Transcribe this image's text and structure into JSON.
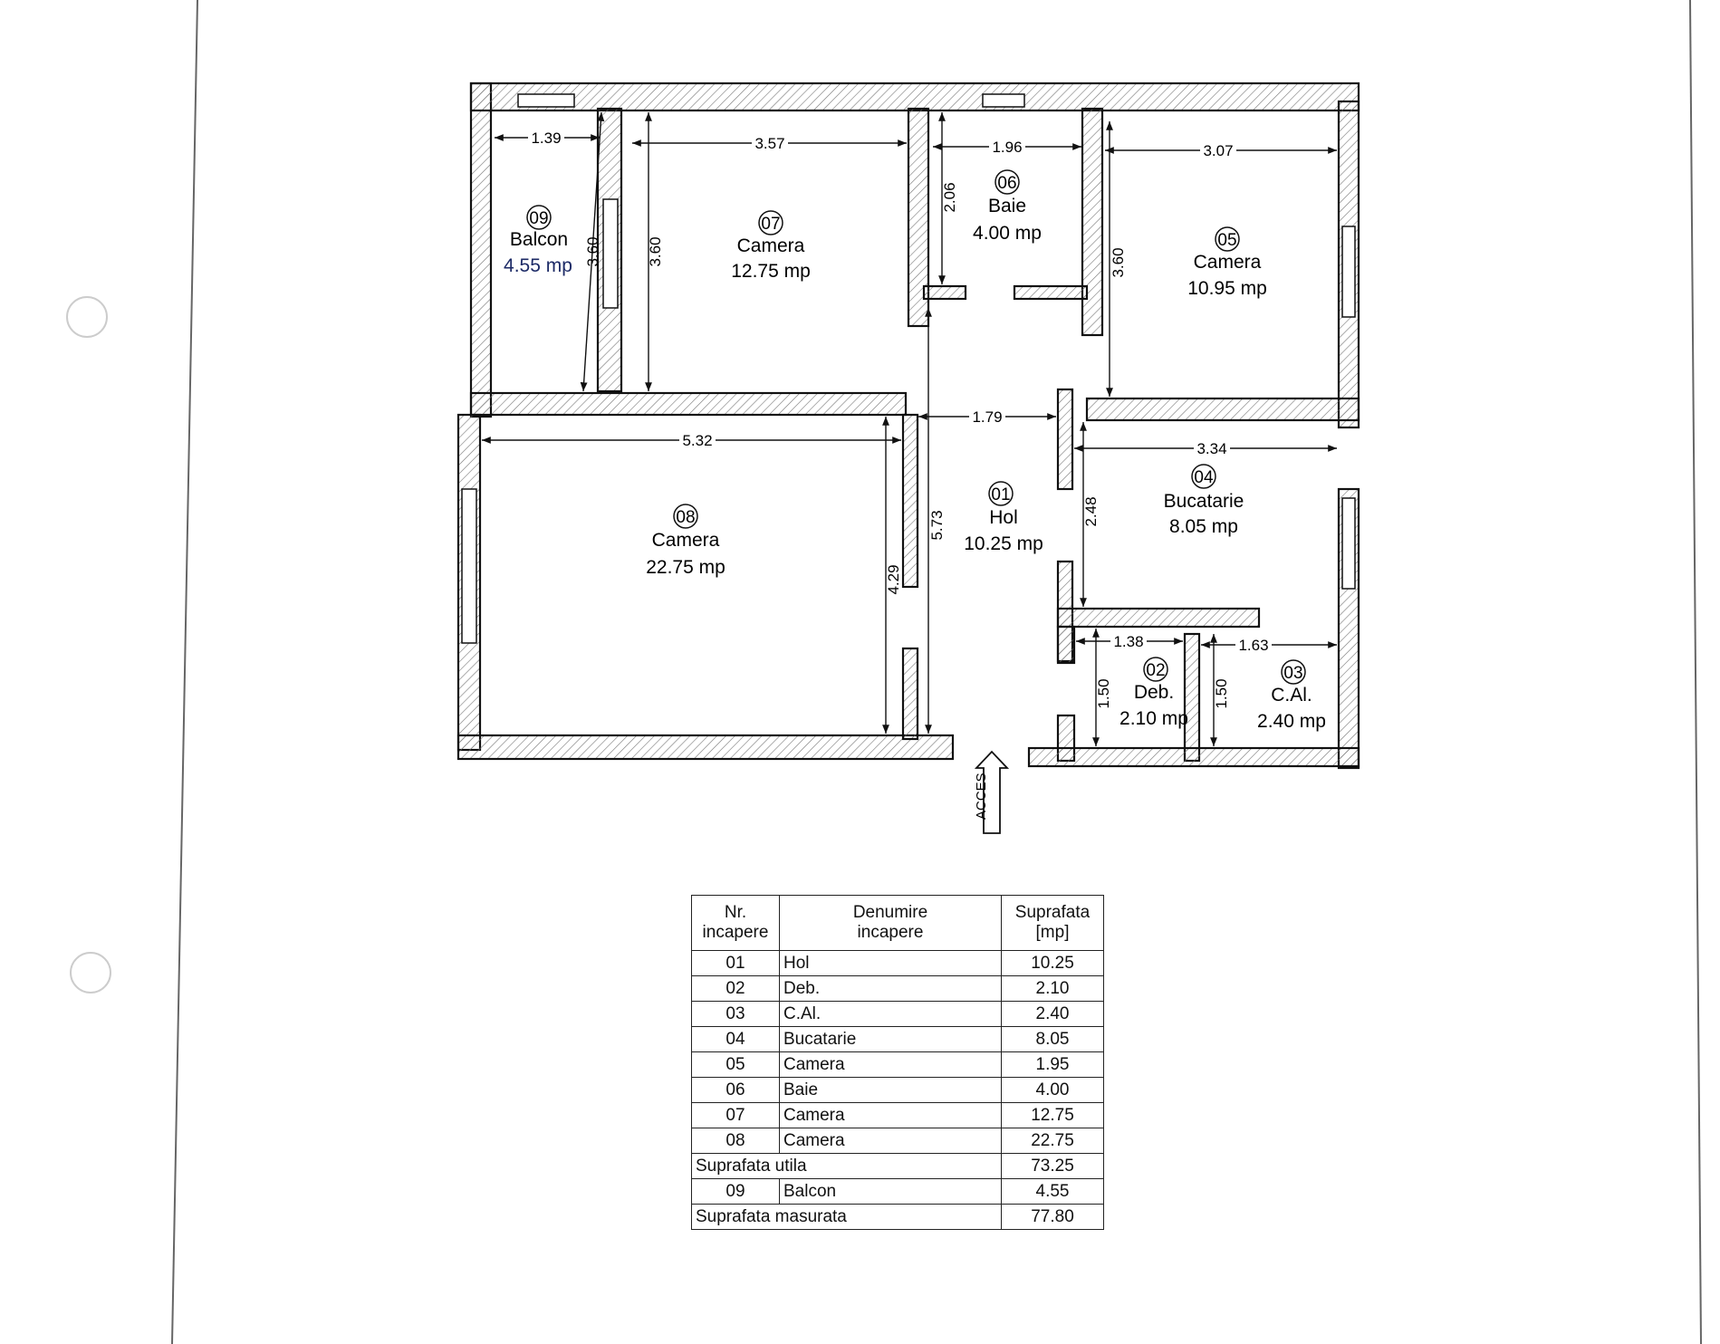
{
  "rooms": [
    {
      "nr": "01",
      "name": "Hol",
      "area": "10.25 mp"
    },
    {
      "nr": "02",
      "name": "Deb.",
      "area": "2.10 mp"
    },
    {
      "nr": "03",
      "name": "C.Al.",
      "area": "2.40 mp"
    },
    {
      "nr": "04",
      "name": "Bucatarie",
      "area": "8.05 mp"
    },
    {
      "nr": "05",
      "name": "Camera",
      "area": "10.95 mp"
    },
    {
      "nr": "06",
      "name": "Baie",
      "area": "4.00 mp"
    },
    {
      "nr": "07",
      "name": "Camera",
      "area": "12.75 mp"
    },
    {
      "nr": "08",
      "name": "Camera",
      "area": "22.75 mp"
    },
    {
      "nr": "09",
      "name": "Balcon",
      "area": "4.55 mp"
    }
  ],
  "dimensions": [
    "1.39",
    "3.57",
    "1.96",
    "3.07",
    "3.60",
    "3.60",
    "2.06",
    "3.60",
    "1.79",
    "5.32",
    "3.34",
    "5.73",
    "2.48",
    "4.29",
    "1.38",
    "1.63",
    "1.50",
    "1.50"
  ],
  "entrance_label": "ACCES",
  "table": {
    "headers": [
      "Nr.\nincapere",
      "Denumire\nincapere",
      "Suprafata\n[mp]"
    ],
    "rows": [
      {
        "nr": "01",
        "name": "Hol",
        "area": "10.25"
      },
      {
        "nr": "02",
        "name": "Deb.",
        "area": "2.10"
      },
      {
        "nr": "03",
        "name": "C.Al.",
        "area": "2.40"
      },
      {
        "nr": "04",
        "name": "Bucatarie",
        "area": "8.05"
      },
      {
        "nr": "05",
        "name": "Camera",
        "area": "1.95"
      },
      {
        "nr": "06",
        "name": "Baie",
        "area": "4.00"
      },
      {
        "nr": "07",
        "name": "Camera",
        "area": "12.75"
      },
      {
        "nr": "08",
        "name": "Camera",
        "area": "22.75"
      }
    ],
    "utila": {
      "label": "Suprafata utila",
      "area": "73.25"
    },
    "balcon_row": {
      "nr": "09",
      "name": "Balcon",
      "area": "4.55"
    },
    "masurata": {
      "label": "Suprafata masurata",
      "area": "77.80"
    }
  }
}
